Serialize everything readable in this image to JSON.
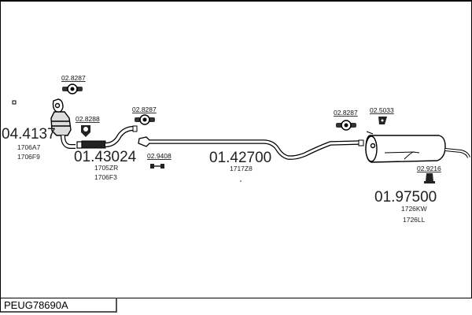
{
  "diagram_code": "PEUG78690A",
  "colors": {
    "line": "#000000",
    "text": "#222222",
    "background": "#ffffff"
  },
  "parts": [
    {
      "id": "catalyst",
      "number": "04.4137",
      "refs": [
        "1706A7",
        "1706F9"
      ]
    },
    {
      "id": "front-pipe",
      "number": "01.43024",
      "refs": [
        "1705ZR",
        "1706F3"
      ]
    },
    {
      "id": "middle-pipe",
      "number": "01.42700",
      "refs": [
        "1717Z8"
      ]
    },
    {
      "id": "rear-silencer",
      "number": "01.97500",
      "refs": [
        "1726KW",
        "1726LL"
      ]
    }
  ],
  "accessories": [
    {
      "id": "clamp-catalyst",
      "number": "02.8287",
      "icon": "clamp-icon"
    },
    {
      "id": "gasket-front",
      "number": "02.8288",
      "icon": "gasket-icon"
    },
    {
      "id": "clamp-front-pipe",
      "number": "02.8287",
      "icon": "clamp-icon"
    },
    {
      "id": "hanger-front",
      "number": "02.9408",
      "icon": "rubber-hanger-icon"
    },
    {
      "id": "clamp-rear",
      "number": "02.8287",
      "icon": "clamp-icon"
    },
    {
      "id": "hanger-rear-top",
      "number": "02.5033",
      "icon": "rubber-hanger-icon"
    },
    {
      "id": "hanger-rear-bottom",
      "number": "02.9216",
      "icon": "rubber-hanger-icon"
    }
  ]
}
